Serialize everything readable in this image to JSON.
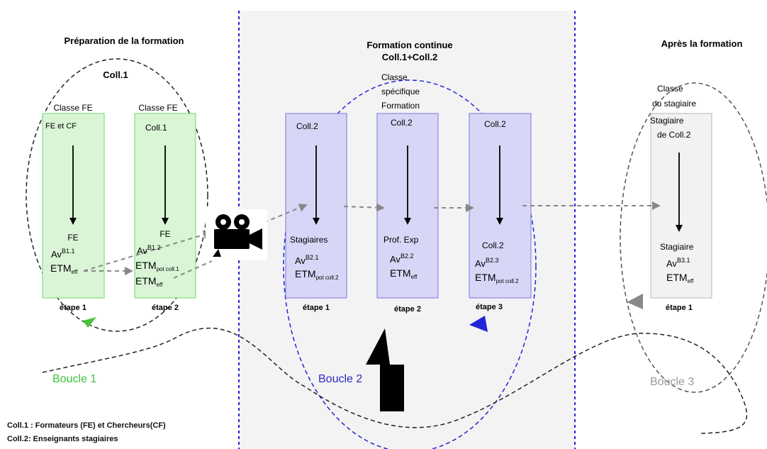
{
  "sections": {
    "preparation": "Préparation de la formation",
    "continuous_l1": "Formation continue",
    "continuous_l2": "Coll.1+Coll.2",
    "after": "Après la formation"
  },
  "coll1_title": "Coll.1",
  "boxes": {
    "b11": {
      "header": "Classe FE",
      "top": "FE et CF",
      "bottom": "FE",
      "av_base": "Av",
      "av_sup": "B1.1",
      "etm_base": "ETM",
      "etm_sub": "eff",
      "step": "étape 1"
    },
    "b12": {
      "header": "Classe FE",
      "top": "Coll.1",
      "bottom": "FE",
      "av_base": "Av",
      "av_sup": "B1.2",
      "etm1_base": "ETM",
      "etm1_sub": "pot coll.1",
      "etm2_base": "ETM",
      "etm2_sub": "eff",
      "step": "étape 2"
    },
    "b21": {
      "top": "Coll.2",
      "bottom": "Stagiaires",
      "av_base": "Av",
      "av_sup": "B2.1",
      "etm_base": "ETM",
      "etm_sub": "pot coll.2",
      "step": "étape 1"
    },
    "b22": {
      "header_l1": "Classe",
      "header_l2": "spécifique",
      "header_l3": "Formation",
      "top": "Coll.2",
      "bottom": "Prof. Exp",
      "av_base": "Av",
      "av_sup": "B2.2",
      "etm_base": "ETM",
      "etm_sub": "eff",
      "step": "étape 2"
    },
    "b23": {
      "top": "Coll.2",
      "bottom": "Coll.2",
      "av_base": "Av",
      "av_sup": "B2.3",
      "etm_base": "ETM",
      "etm_sub": "pot coll.2",
      "step": "étape 3"
    },
    "b31": {
      "header_l1": "Classe",
      "header_l2": "du stagiaire",
      "top_l1": "Stagiaire",
      "top_l2": "de Coll.2",
      "bottom": "Stagiaire",
      "av_base": "Av",
      "av_sup": "B3.1",
      "etm_base": "ETM",
      "etm_sub": "eff",
      "step": "étape 1"
    }
  },
  "loops": {
    "l1": "Boucle 1",
    "l2": "Boucle 2",
    "l3": "Boucle 3"
  },
  "legend": {
    "coll1": "Coll.1 : Formateurs (FE) et Chercheurs(CF)",
    "coll2": "Coll.2: Enseignants stagiaires"
  },
  "colors": {
    "green_fill": "#d9f5d6",
    "green_stroke": "#73d86a",
    "green_text": "#3ec13a",
    "blue_fill": "#d8d6f6",
    "blue_stroke": "#7a74e0",
    "blue_text": "#2c27c8",
    "blue_dash": "#2424d8",
    "grey_fill": "#f2f2f2",
    "grey_stroke": "#b8b8b8",
    "grey_text": "#9a9a9a",
    "band_fill": "#f3f3f3"
  },
  "icons": {
    "camera": "video-camera-icon"
  }
}
